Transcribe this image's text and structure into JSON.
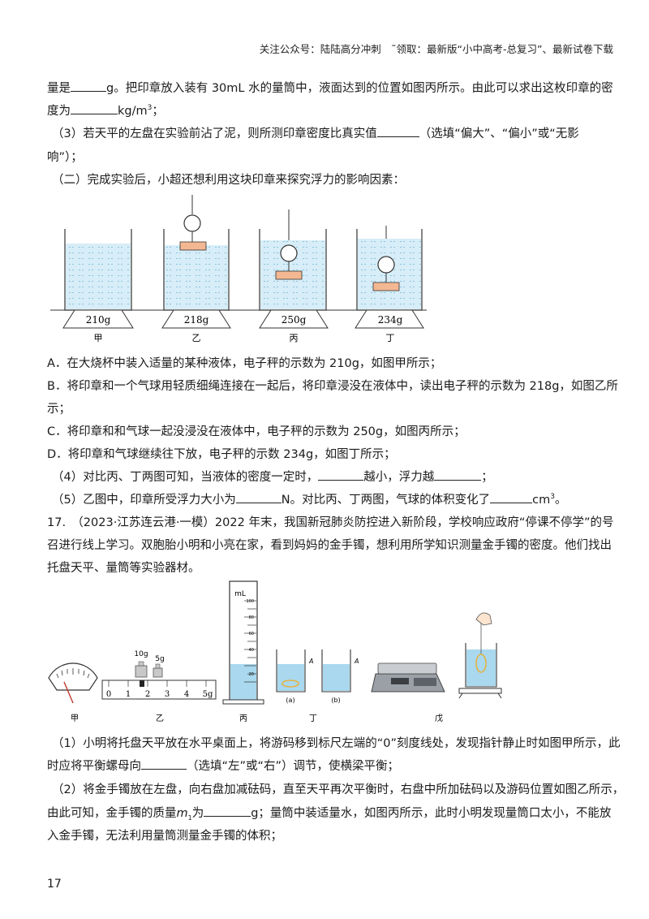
{
  "header": "关注公众号：陆陆高分冲刺　˜领取：最新版“小中高考-总复习”、最新试卷下载",
  "lines": {
    "l1a": "量是",
    "l1b": "g。把印章放入装有 30mL 水的量筒中，液面达到的位置如图丙所示。由此可以求出这枚印章的密",
    "l2a": "度为",
    "l2b": "kg/m",
    "l2sup": "3",
    "l2c": "；",
    "l3a": "（3）若天平的左盘在实验前沾了泥，则所测印章密度比真实值",
    "l3b": "（选填“偏大”、“偏小”或“无影",
    "l4": "响”）；",
    "l5": "（二）完成实验后，小超还想利用这块印章来探究浮力的影响因素：",
    "a": "A．在大烧杯中装入适量的某种液体，电子秤的示数为 210g，如图甲所示；",
    "b1": "B．将印章和一个气球用轻质细绳连接在一起后，将印章浸没在液体中，读出电子秤的示数为 218g，如图乙所",
    "b2": "示；",
    "c": "C．将印章和和气球一起没浸没在液体中，电子秤的示数为 250g，如图丙所示；",
    "d": "D．将印章和气球继续往下放，电子秤的示数 234g，如图丁所示；",
    "q4a": "（4）对比丙、丁两图可知，当液体的密度一定时，",
    "q4b": "越小，浮力越",
    "q4c": "；",
    "q5a": "（5）乙图中，印章所受浮力大小为",
    "q5b": "N。对比丙、丁两图，气球的体积变化了",
    "q5c": "cm",
    "q5sup": "3",
    "q5d": "。",
    "p17a": "17.　（2023·江苏连云港·一模）2022 年末，我国新冠肺炎防控进入新阶段，学校响应政府“停课不停学”的号",
    "p17b": "召进行线上学习。双胞胎小明和小亮在家，看到妈妈的金手镯，想利用所学知识测量金手镯的密度。他们找出",
    "p17c": "托盘天平、量筒等实验器材。",
    "s1a": "（1）小明将托盘天平放在水平桌面上，将游码移到标尺左端的“0”刻度线处，发现指针静止时如图甲所示，此",
    "s1b": "时应将平衡螺母向",
    "s1c": "（选填“左”或“右”）调节，使横梁平衡；",
    "s2a": "（2）将金手镯放在左盘，向右盘加减砝码，直至天平再次平衡时，右盘中所加砝码以及游码位置如图乙所示，",
    "s2b": "由此可知，金手镯的质量",
    "s2m": "m",
    "s2sub": "1",
    "s2c": "为",
    "s2d": "g；量筒中装适量水，如图丙所示，此时小明发现量筒口太小，不能放",
    "s2e": "入金手镯，无法利用量筒测量金手镯的体积；"
  },
  "fig1": {
    "readings": [
      "210g",
      "218g",
      "250g",
      "234g"
    ],
    "labels": [
      "甲",
      "乙",
      "丙",
      "丁"
    ]
  },
  "fig2": {
    "weights": [
      "10g",
      "5g"
    ],
    "scale_ticks": [
      "0",
      "1",
      "2",
      "3",
      "4",
      "5g"
    ],
    "cylinder_unit": "mL",
    "cylinder_ticks": [
      "100",
      "80",
      "60",
      "40",
      "20"
    ],
    "beaker_tag": "A",
    "sub_labels": [
      "(a)",
      "(b)"
    ],
    "labels": [
      "甲",
      "乙",
      "丙",
      "丁",
      "戊"
    ]
  },
  "page_number": "17",
  "colors": {
    "liquid": "#d7edf7",
    "liquid_dash": "#8cc4e0",
    "stamp": "#f3b892",
    "water": "#a9d8ef"
  }
}
